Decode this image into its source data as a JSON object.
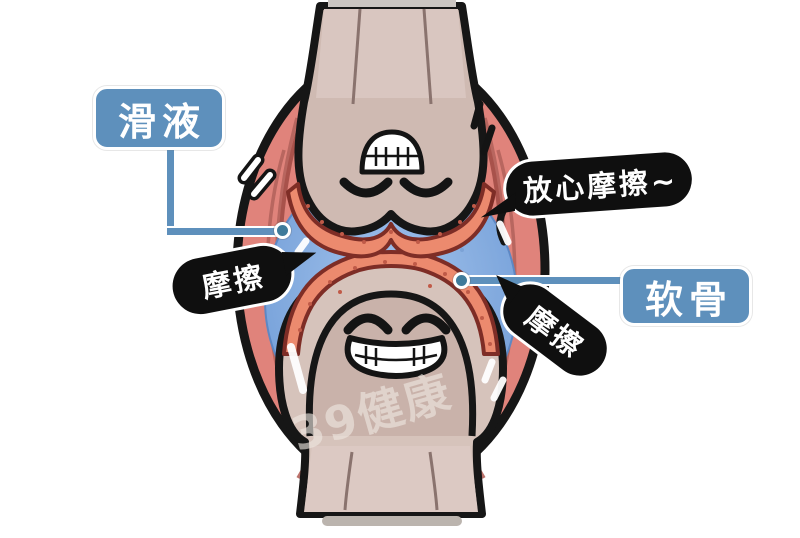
{
  "figure": "cartoon-knee-joint-anatomy",
  "annotations": {
    "synovial_fluid_label": "滑液",
    "cartilage_label": "软骨",
    "friction_left": "摩擦",
    "friction_right": "摩擦",
    "reassure_bubble": "放心摩擦~"
  },
  "watermark": "39健康",
  "colors": {
    "label_blue": "#5E90BC",
    "connector_dot_blue": "#3E7A9A",
    "bubble_black": "#0F0F0F",
    "bone_tan": "#CFBAB2",
    "bone_shaft_light": "#D9C6C0",
    "muscle_pink": "#E0837B",
    "muscle_striation": "#B4635C",
    "cartilage_salmon": "#EC8A6E",
    "cartilage_outline": "#7E2D26",
    "synovial_fluid_blue": "#7FA6DC",
    "outline_black": "#161616"
  }
}
